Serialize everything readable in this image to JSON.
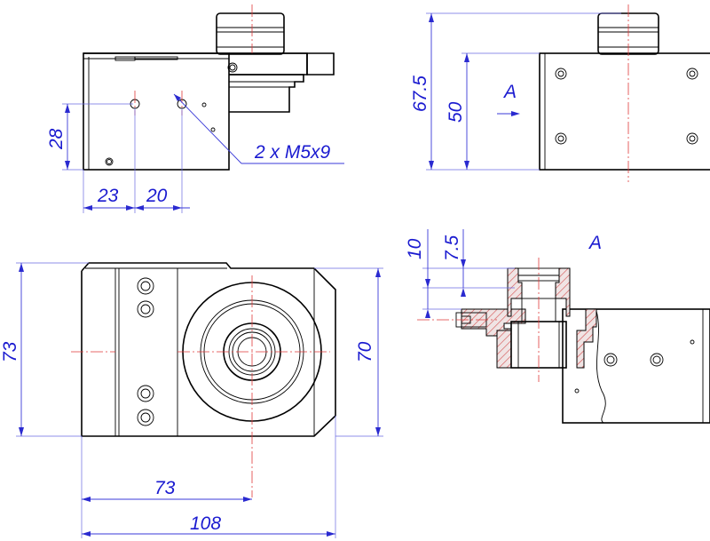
{
  "drawing": {
    "colors": {
      "dimension": "#1a1ad0",
      "centerline": "#e03a3a",
      "outline": "#000000"
    },
    "top_left_view": {
      "dim_vertical": "28",
      "dim_h1": "23",
      "dim_h2": "20",
      "callout": "2 x M5x9"
    },
    "top_right_view": {
      "dim_total_height": "67.5",
      "dim_body_height": "50",
      "view_arrow_label": "A"
    },
    "bottom_left_view": {
      "dim_left_height": "73",
      "dim_right_height": "70",
      "dim_width_partial": "73",
      "dim_width_total": "108"
    },
    "bottom_right_view": {
      "section_label": "A",
      "dim_10": "10",
      "dim_7_5": "7.5"
    }
  }
}
